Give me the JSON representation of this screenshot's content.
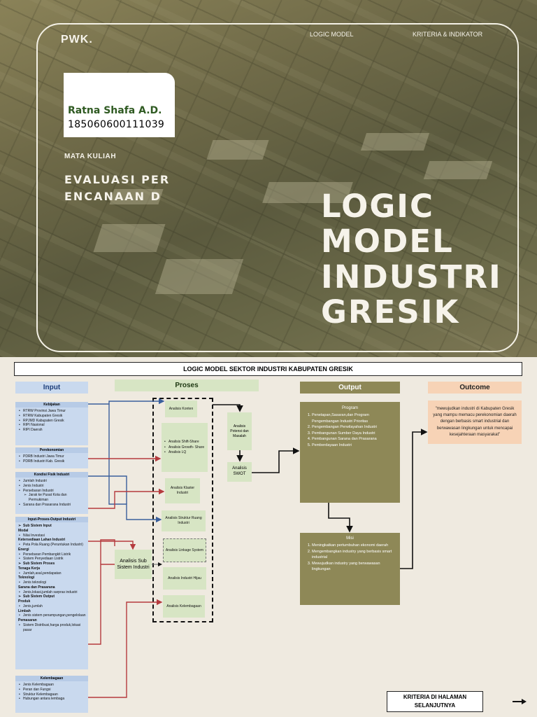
{
  "hero": {
    "brand": "PWK.",
    "nav": [
      "LOGIC MODEL",
      "KRITERIA & INDIKATOR"
    ],
    "author_name": "Ratna Shafa A.D.",
    "author_id": "185060600111039",
    "course_label": "MATA KULIAH",
    "course_name": "EVALUASI PERENCANAAN D",
    "title_lines": [
      "LOGIC",
      "MODEL",
      "INDUSTRI",
      "GRESIK"
    ]
  },
  "diagram": {
    "title": "LOGIC MODEL SEKTOR INDUSTRI KABUPATEN GRESIK",
    "headers": {
      "input": "Input",
      "proses": "Proses",
      "output": "Output",
      "outcome": "Outcome"
    },
    "input_panels": [
      {
        "title": "Kebijakan",
        "items": [
          "RTRW Provinsi Jawa Timur",
          "RTRW Kabupaten Gresik",
          "RPJMD Kabupaten Gresik",
          "RIPI Nasional",
          "RIPI Daerah"
        ]
      },
      {
        "title": "Perekonomian",
        "items": [
          "PDRB Industri Jawa Timur",
          "PDRB Industri Kab. Gresik"
        ]
      },
      {
        "title": "Kondisi Fisik Industri",
        "items": [
          "Jumlah Industri",
          "Jenis Industri",
          "Persebaran Industri",
          "Jarak ke Pusat Kota dan Permukiman",
          "Sarana dan Prasarana Industri"
        ]
      },
      {
        "title": "Input-Proses-Output Industri",
        "items": [
          "Sub Sistem Input",
          "Modal",
          "Nilai Investasi",
          "Ketersediaan Lahan Industri",
          "Peta Pola Ruang (Peruntukan Industri)",
          "Energi",
          "Persebaran Pembangkit Listrik",
          "Sistem Penyediaan Listrik",
          "Sub Sistem Proses",
          "Tenaga Kerja",
          "Jumlah,asal,pendapatan",
          "Teknologi",
          "Jenis teknologi",
          "Sarana dan Prasarana",
          "Jenis,lokasi,jumlah sarpras industri",
          "Sub Sistem Output",
          "Produk",
          "Jenis,jumlah",
          "Limbah",
          "Jenis sistem penampungan,pengelolaan",
          "Pemasaran",
          "Sistem Distribusi,harga produk,lokasi pasar"
        ]
      },
      {
        "title": "Kelembagaan",
        "items": [
          "Jenis Kelembagaan",
          "Peran dan Fungsi",
          "Struktur Kelembagaan",
          "Hubungan antara lembaga"
        ]
      }
    ],
    "proses": {
      "konten": "Analisis Konten",
      "shift_items": [
        "Analisis Shift-Share",
        "Analisis Growth- Share",
        "Analisis LQ"
      ],
      "klaster": "Analisis Klaster Industri",
      "struktur": "Analisis Struktur Ruang Industri",
      "linkage": "Analisis Linkage System",
      "hijau": "Analisis Industri Hijau",
      "kelembagaan": "Analisis Kelembagaan",
      "potensi": "Analisis Potensi dan Masalah",
      "swot": "Analisis SWOT",
      "subsistem": "Analisis Sub Sistem Industri"
    },
    "program": {
      "title": "Program",
      "items": [
        "Penetapan,Sasaran,dan Program Pengembangan Industri Prioritas",
        "Pengembangan Perwilayahan Industri",
        "Pembangunan Sumber Daya Industri",
        "Pembangunan Sarana dan Prasarana",
        "Pemberdayaan Industri"
      ]
    },
    "misi": {
      "title": "Misi",
      "items": [
        "Meningkatkan pertumbuhan ekonomi daerah",
        "Mengembangkan industry yang berbasis smart industrial",
        "Mewujudkan industry yang berwawasan lingkungan"
      ]
    },
    "outcome": "\"mewujudkan industri di Kabupaten Gresik yang mampu memacu perekonomian daerah dengan berbasis smart industrial dan berwawasan lingkungan untuk mencapai kesejahteraan masyarakat\"",
    "next_label": "KRITERIA DI HALAMAN SELANJUTNYA"
  },
  "colors": {
    "hero_overlay": "#6f6a48",
    "output_box": "#8e8857",
    "input_panel": "#c9d9ee",
    "proses_box": "#d7e5c4",
    "outcome_box": "#f7d3b6",
    "arrow_blue": "#3a5f9c",
    "arrow_red": "#b53a3e"
  }
}
